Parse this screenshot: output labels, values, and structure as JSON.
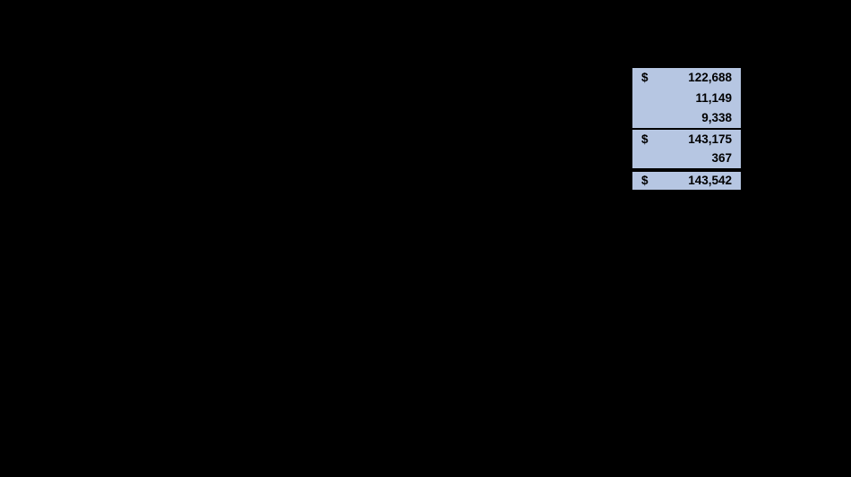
{
  "canvas": {
    "background_color": "#000000"
  },
  "spreadsheet": {
    "cell_background_color": "#b6c6e2",
    "text_color": "#000000",
    "rows": [
      {
        "currency": "$",
        "value": "122,688"
      },
      {
        "currency": "",
        "value": "11,149"
      },
      {
        "currency": "",
        "value": "9,338"
      },
      {
        "currency": "$",
        "value": "143,175"
      },
      {
        "currency": "",
        "value": "367"
      },
      {
        "currency": "$",
        "value": "143,542"
      }
    ]
  }
}
